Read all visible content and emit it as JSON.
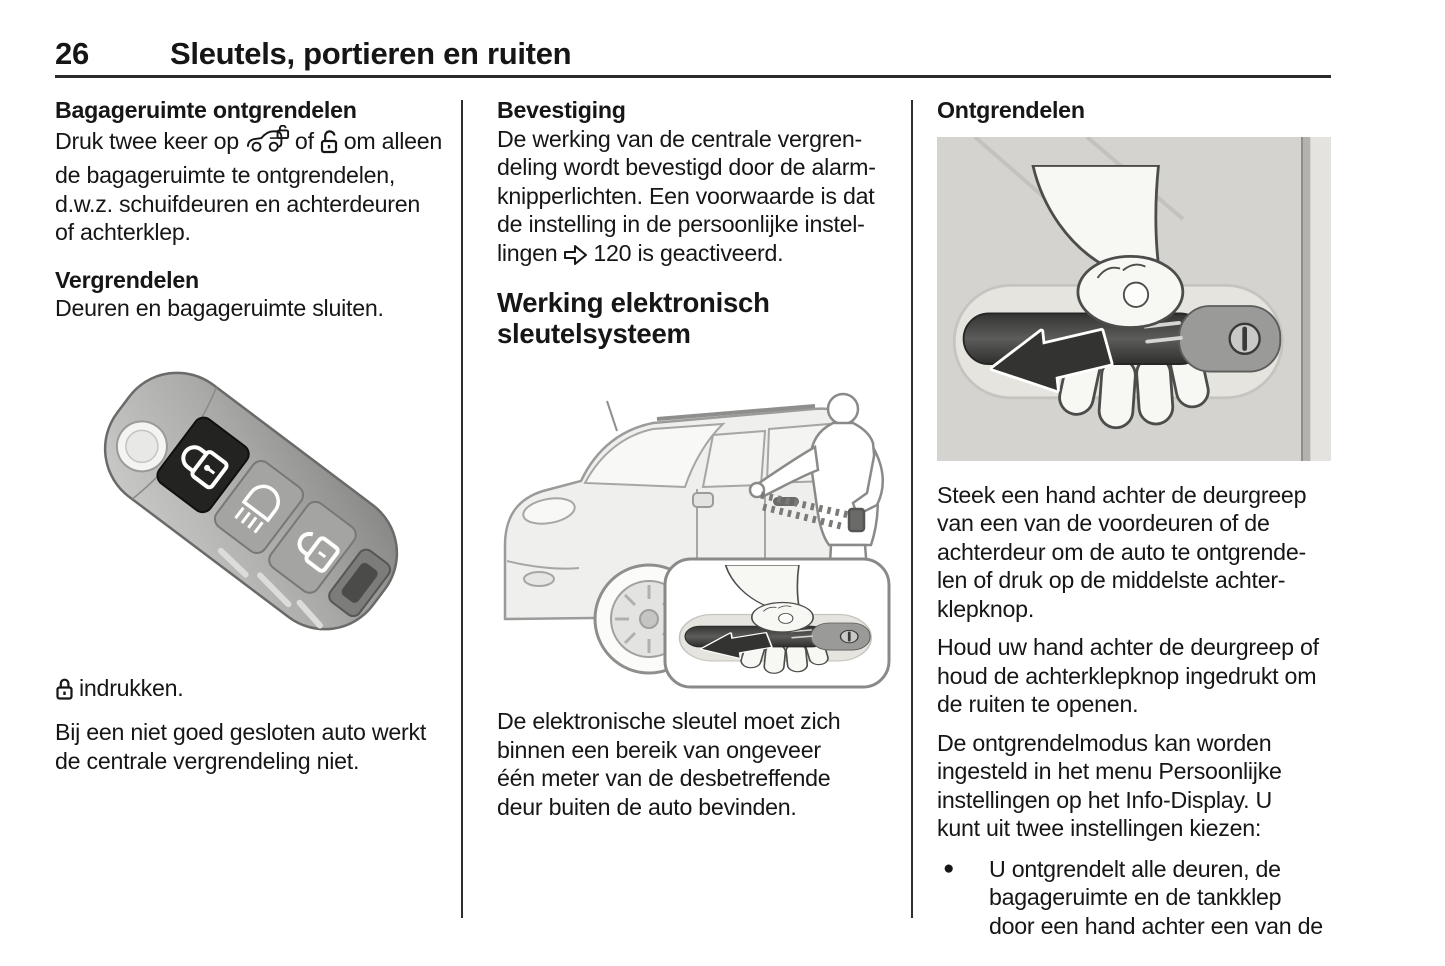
{
  "header": {
    "page_number": "26",
    "title": "Sleutels, portieren en ruiten"
  },
  "column_left": {
    "heading_unlock_cargo": "Bagageruimte ontgrendelen",
    "para_unlock_before": "Druk twee keer op",
    "para_unlock_middle": "of",
    "para_unlock_after": "om alleen\nde bagageruimte te ontgrendelen,\nd.w.z. schuifdeuren en achterdeuren\nof achterklep.",
    "heading_lock": "Vergrendelen",
    "para_lock": "Deuren en bagageruimte sluiten.",
    "para_press": "indrukken.",
    "para_warning": "Bij een niet goed gesloten auto werkt\nde centrale vergrendeling niet.",
    "icons": {
      "car_tailgate_unlock": "car-tailgate-unlock-icon",
      "unlock": "unlock-icon",
      "lock": "lock-icon"
    },
    "illustration": "flip-key-remote with lock, headlight and unlock buttons"
  },
  "column_middle": {
    "heading_confirmation": "Bevestiging",
    "para_confirmation_before": "De werking van de centrale vergren-\ndeling wordt bevestigd door de alarm-\nknipperlichten. Een voorwaarde is dat\nde instelling in de persoonlijke instel-\nlingen",
    "para_confirmation_ref": "120 is geactiveerd.",
    "heading_electronic_key": "Werking elektronisch\nsleutelsysteem",
    "para_range": "De elektronische sleutel moet zich\nbinnen een bereik van ongeveer\néén meter van de desbetreffende\ndeur buiten de auto bevinden.",
    "icons": {
      "page_ref_arrow": "page-reference-arrow-icon"
    },
    "illustration": "van with person unlocking door, inset of hand on door handle"
  },
  "column_right": {
    "heading_unlock": "Ontgrendelen",
    "para_unlock": "Steek een hand achter de deurgreep\nvan een van de voordeuren of de\nachterdeur om de auto te ontgrende-\nlen of druk op de middelste achter-\nklepknop.",
    "para_hold": "Houd uw hand achter de deurgreep of\nhoud de achterklepknop ingedrukt om\nde ruiten te openen.",
    "para_mode": "De ontgrendelmodus kan worden\ningesteld in het menu Persoonlijke\ninstellingen op het Info-Display. U\nkunt uit twee instellingen kiezen:",
    "bullet_glyph": "●",
    "bullet_item": "U ontgrendelt alle deuren, de\nbagageruimte en de tankklep\ndoor een hand achter een van de",
    "illustration": "hand pulling door handle with arrow"
  },
  "colors": {
    "text": "#161616",
    "rule": "#2b2b2b",
    "illustration_bg": "#d4d3cf",
    "handle_dark": "#3c3c3a"
  }
}
